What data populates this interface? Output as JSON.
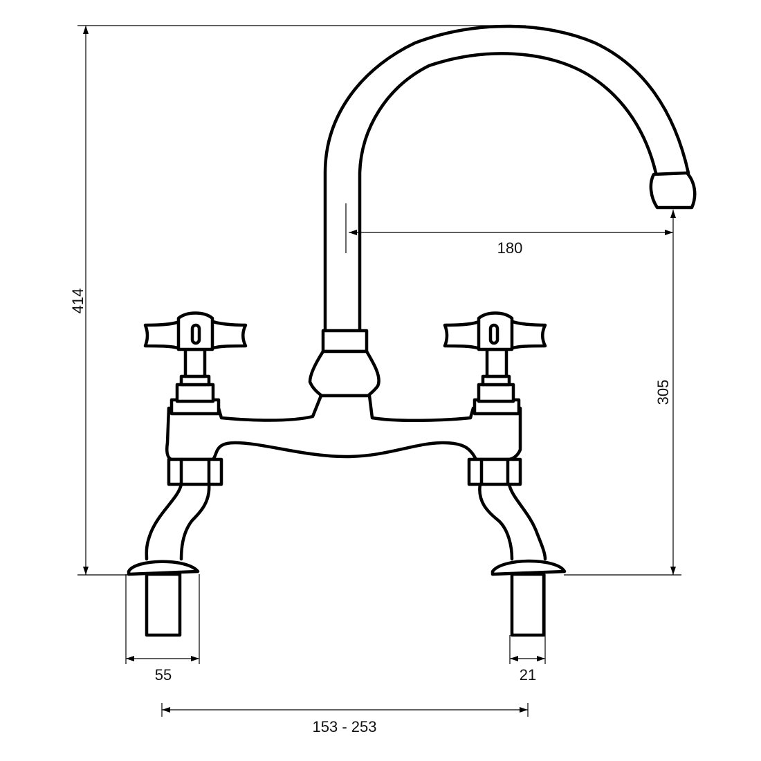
{
  "dimensions": {
    "total_height": "414",
    "spout_reach": "180",
    "spout_height": "305",
    "flange_diameter": "55",
    "shank_diameter": "21",
    "centres": "153 - 253"
  },
  "colors": {
    "line": "#000000",
    "background": "#ffffff"
  }
}
